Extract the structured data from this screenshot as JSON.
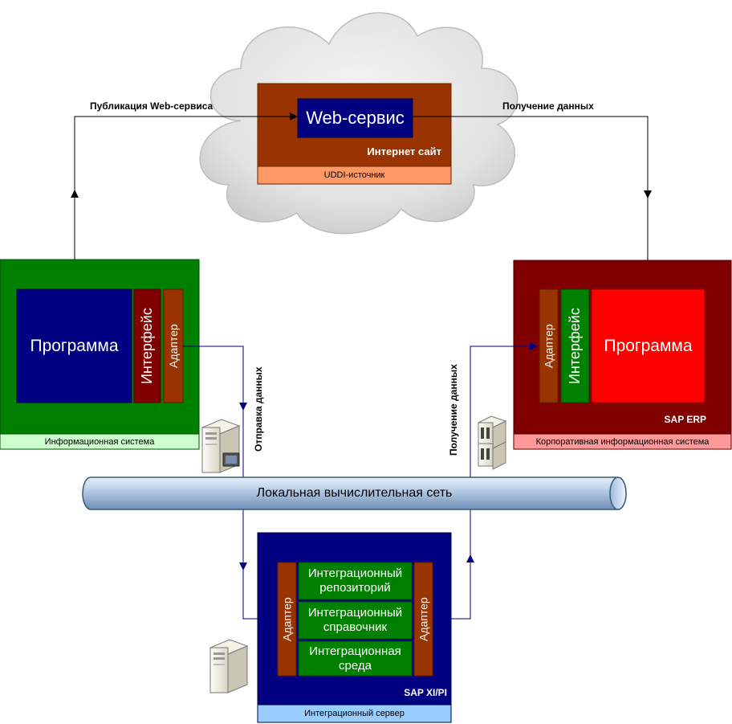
{
  "cloud": {
    "web_service": "Web-сервис",
    "site_label": "Интернет сайт",
    "source_label": "UDDI-источник"
  },
  "arrows": {
    "publish": "Публикация Web-сервиса",
    "receive_top": "Получение данных",
    "send": "Отправка данных",
    "receive_side": "Получение данных"
  },
  "left_system": {
    "program": "Программа",
    "interface": "Интерфейс",
    "adapter": "Адаптер",
    "caption": "Информационная система"
  },
  "right_system": {
    "adapter": "Адаптер",
    "interface": "Интерфейс",
    "program": "Программа",
    "brand": "SAP ERP",
    "caption": "Корпоративная информационная система"
  },
  "network": {
    "label": "Локальная вычислительная сеть"
  },
  "integration": {
    "adapter_left": "Адаптер",
    "adapter_right": "Адаптер",
    "modules": [
      "Интеграционный репозиторий",
      "Интеграционный справочник",
      "Интеграционная среда"
    ],
    "brand": "SAP XI/PI",
    "caption": "Интеграционный сервер"
  },
  "colors": {
    "navy": "#000080",
    "green": "#008000",
    "maroon": "#800000",
    "brown": "#993300",
    "red": "#ff0000",
    "salmon": "#ff9966",
    "pink": "#ff9999",
    "light_green": "#ccffcc",
    "light_blue": "#99ccff",
    "link": "#000080"
  }
}
